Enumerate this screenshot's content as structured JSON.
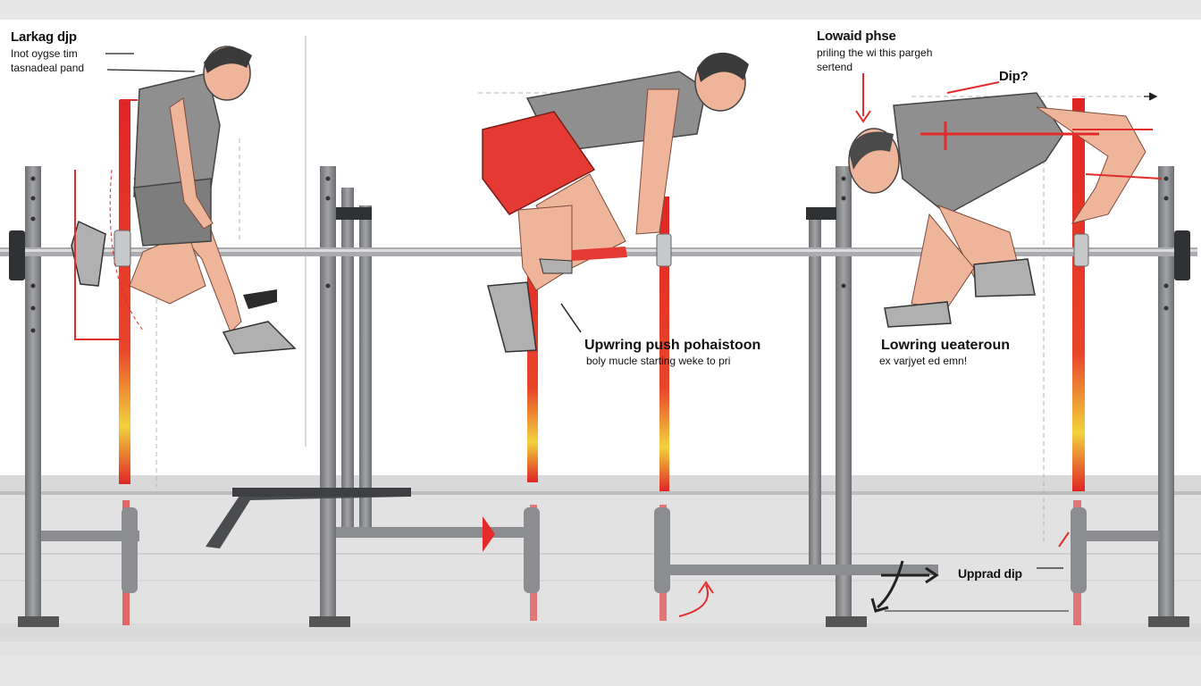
{
  "labels": {
    "left_title": "Larkag djp",
    "left_sub1": "Inot oygse tim",
    "left_sub2": "tasnadeal pand",
    "right_title": "Lowaid phse",
    "right_sub1": "priling the wi this pargeh",
    "right_sub2": "sertend",
    "dip_label": "Dip?",
    "center_title": "Upwring push pohaistoon",
    "center_sub": "boly mucle starting weke to pri",
    "right_mid_title": "Lowring ueateroun",
    "right_mid_sub": "ex varjyet ed emn!",
    "bottom_right": "Upprad dip"
  },
  "colors": {
    "accent": "#e32b2b",
    "frame": "#8b8d90",
    "skin": "#efb59a",
    "shirt": "#8f8f8f",
    "shorts_red": "#e43a33"
  }
}
